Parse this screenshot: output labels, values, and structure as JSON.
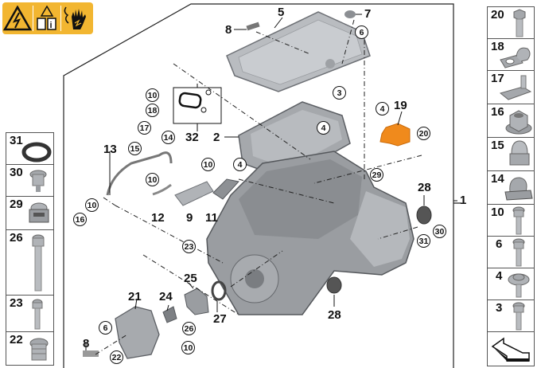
{
  "warning_label": {
    "icons": [
      "high-voltage-warning-icon",
      "read-manual-icon",
      "electric-shock-hand-icon"
    ],
    "color": "#f2b631"
  },
  "left_panel": {
    "items": [
      {
        "num": "31",
        "part": "seal-ring"
      },
      {
        "num": "30",
        "part": "screw-plug"
      },
      {
        "num": "29",
        "part": "breather-valve"
      },
      {
        "num": "26",
        "part": "long-bolt"
      },
      {
        "num": "23",
        "part": "bolt"
      },
      {
        "num": "22",
        "part": "screw-plug"
      }
    ]
  },
  "right_panel": {
    "items": [
      {
        "num": "20",
        "part": "hex-bolt"
      },
      {
        "num": "18",
        "part": "cable-clip"
      },
      {
        "num": "17",
        "part": "clip-with-stud"
      },
      {
        "num": "16",
        "part": "flange-nut"
      },
      {
        "num": "15",
        "part": "cap-nut"
      },
      {
        "num": "14",
        "part": "clamp"
      },
      {
        "num": "10",
        "part": "bolt"
      },
      {
        "num": "6",
        "part": "bolt"
      },
      {
        "num": "4",
        "part": "washer-bolt"
      },
      {
        "num": "3",
        "part": "bolt"
      }
    ],
    "nav_arrow": "next-page-arrow-icon"
  },
  "callouts": {
    "bold": [
      {
        "id": "c5",
        "text": "5"
      },
      {
        "id": "c7",
        "text": "7"
      },
      {
        "id": "c8a",
        "text": "8"
      },
      {
        "id": "c2",
        "text": "2"
      },
      {
        "id": "c32",
        "text": "32"
      },
      {
        "id": "c19",
        "text": "19"
      },
      {
        "id": "c13",
        "text": "13"
      },
      {
        "id": "c12",
        "text": "12"
      },
      {
        "id": "c9",
        "text": "9"
      },
      {
        "id": "c11",
        "text": "11"
      },
      {
        "id": "c28a",
        "text": "28"
      },
      {
        "id": "c1",
        "text": "1"
      },
      {
        "id": "c25",
        "text": "25"
      },
      {
        "id": "c21",
        "text": "21"
      },
      {
        "id": "c24",
        "text": "24"
      },
      {
        "id": "c27",
        "text": "27"
      },
      {
        "id": "c28b",
        "text": "28"
      },
      {
        "id": "c8b",
        "text": "8"
      }
    ],
    "circled": [
      {
        "id": "k6a",
        "text": "6"
      },
      {
        "id": "k3",
        "text": "3"
      },
      {
        "id": "k4a",
        "text": "4"
      },
      {
        "id": "k4b",
        "text": "4"
      },
      {
        "id": "k20",
        "text": "20"
      },
      {
        "id": "k10a",
        "text": "10"
      },
      {
        "id": "k18",
        "text": "18"
      },
      {
        "id": "k17",
        "text": "17"
      },
      {
        "id": "k14",
        "text": "14"
      },
      {
        "id": "k15",
        "text": "15"
      },
      {
        "id": "k10b",
        "text": "10"
      },
      {
        "id": "k10c",
        "text": "10"
      },
      {
        "id": "k4c",
        "text": "4"
      },
      {
        "id": "k10d",
        "text": "10"
      },
      {
        "id": "k16",
        "text": "16"
      },
      {
        "id": "k29",
        "text": "29"
      },
      {
        "id": "k23",
        "text": "23"
      },
      {
        "id": "k30",
        "text": "30"
      },
      {
        "id": "k31",
        "text": "31"
      },
      {
        "id": "k6b",
        "text": "6"
      },
      {
        "id": "k26",
        "text": "26"
      },
      {
        "id": "k22",
        "text": "22"
      },
      {
        "id": "k10e",
        "text": "10"
      }
    ]
  },
  "colors": {
    "highlight_part": "#f08a1c",
    "part_gray": "#a9acb0",
    "line": "#111111"
  }
}
